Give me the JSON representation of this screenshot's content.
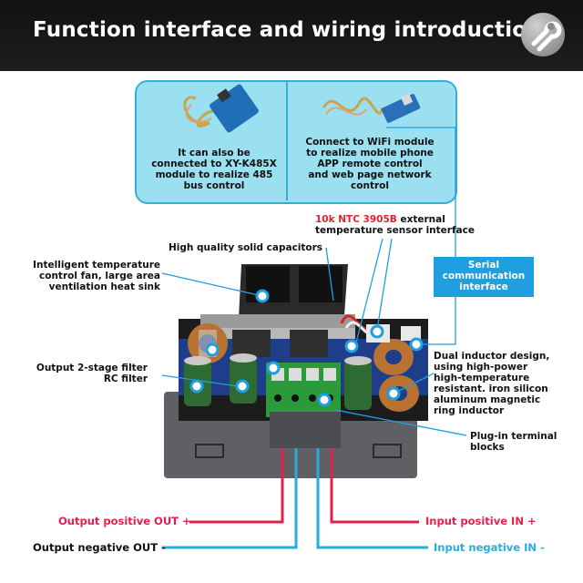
{
  "header": {
    "title": "Function interface and wiring introduction",
    "icon": "wrench-icon"
  },
  "info_box": {
    "left_text": "It can also be\nconnected to XY-K485X\nmodule to realize 485\nbus control",
    "right_text": "Connect to WiFi module\nto realize mobile phone\nAPP remote control\nand web page network\ncontrol"
  },
  "labels": {
    "ntc_highlight": "10k NTC 3905B",
    "ntc_rest": " external",
    "ntc_line2": "temperature sensor interface",
    "capacitors": "High quality solid capacitors",
    "fan": "Intelligent temperature\ncontrol fan, large area\nventilation heat sink",
    "filter": "Output 2-stage filter\nRC filter",
    "serial": "Serial\ncommunication\ninterface",
    "inductor": "Dual inductor design,\nusing high-power\nhigh-temperature\nresistant. iron silicon\naluminum magnetic\nring inductor",
    "terminal": "Plug-in terminal\nblocks"
  },
  "wiring": {
    "out_pos": "Output positive OUT +",
    "out_neg": "Output negative OUT -",
    "in_pos": "Input positive IN +",
    "in_neg": "Input negative IN -"
  },
  "colors": {
    "positive": "#e0224f",
    "negative": "#26aee0",
    "accent": "#1e9fdf",
    "box_fill": "#9be0f0"
  }
}
